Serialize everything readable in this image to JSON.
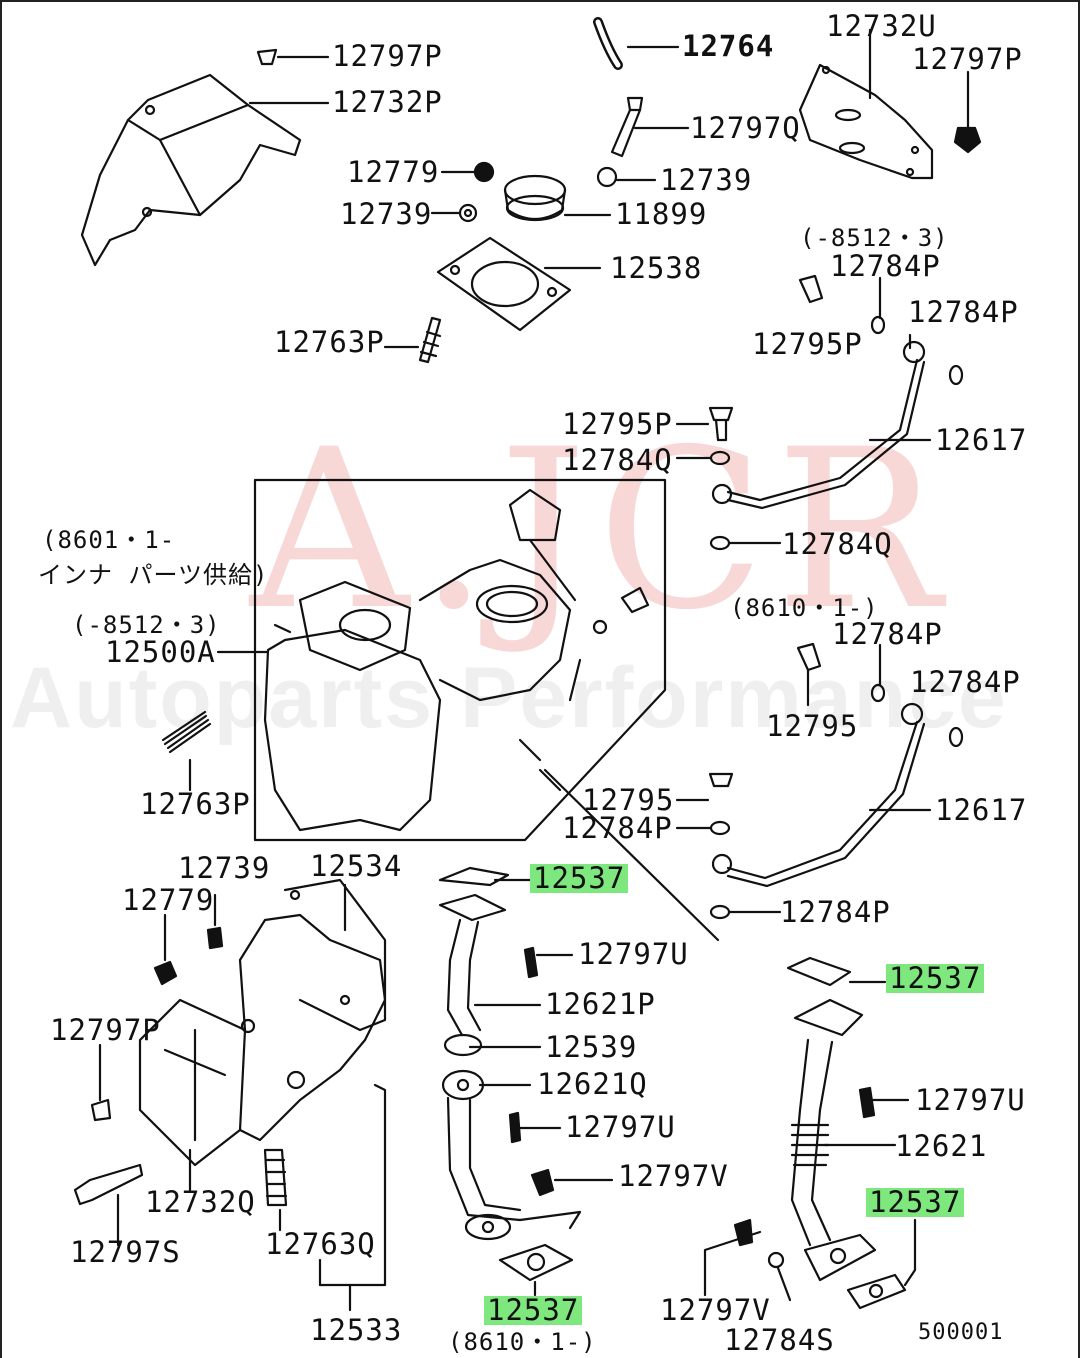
{
  "watermark": {
    "main": "A.JCR",
    "sub": "Autoparts Performance"
  },
  "labels": {
    "p12797P_a": "12797P",
    "p12732P": "12732P",
    "p12779_a": "12779",
    "p12739_a": "12739",
    "p12763P_a": "12763P",
    "p12764": "12764",
    "p12797Q": "12797Q",
    "p12739_b": "12739",
    "p11899": "11899",
    "p12538": "12538",
    "p12732U": "12732U",
    "p12797P_b": "12797P",
    "note_8512_a": "(-8512・3)",
    "p12784P_a": "12784P",
    "p12795P_a": "12795P",
    "p12784P_b": "12784P",
    "p12795P_b": "12795P",
    "p12784Q_a": "12784Q",
    "p12617_a": "12617",
    "p12784Q_b": "12784Q",
    "note_8601": "(8601・1-",
    "note_inner": "インナ パーツ供給)",
    "note_8512_b": "(-8512・3)",
    "p12500A": "12500A",
    "p12763P_b": "12763P",
    "note_8610_a": "(8610・1-)",
    "p12784P_c": "12784P",
    "p12795": "12795",
    "p12784P_d": "12784P",
    "p12795_b": "12795",
    "p12784P_e": "12784P",
    "p12617_b": "12617",
    "p12739_c": "12739",
    "p12534": "12534",
    "p12779_b": "12779",
    "p12537_a": "12537",
    "p12784P_f": "12784P",
    "p12797U_a": "12797U",
    "p12537_b": "12537",
    "p12797P_c": "12797P",
    "p12621P": "12621P",
    "p12539": "12539",
    "p12621Q": "12621Q",
    "p12797U_b": "12797U",
    "p12797U_c": "12797U",
    "p12621": "12621",
    "p12797V_a": "12797V",
    "p12537_c": "12537",
    "p12732Q": "12732Q",
    "p12797S": "12797S",
    "p12763Q": "12763Q",
    "p12533": "12533",
    "p12537_d": "12537",
    "note_8610_b": "(8610・1-)",
    "p12797V_b": "12797V",
    "p12784S": "12784S",
    "diagram_code": "500001"
  },
  "colors": {
    "highlight": "#7ee87e",
    "watermark": "#e66e6e",
    "line": "#111111"
  }
}
